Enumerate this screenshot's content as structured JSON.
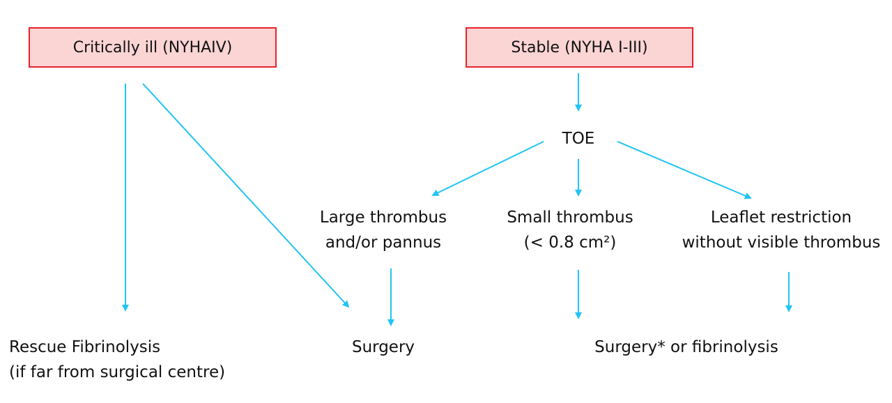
{
  "style": {
    "arrow_color": "#20c4f4",
    "box_border_color": "#e8232a",
    "box_fill_color": "#fbd4d4"
  },
  "nodes": {
    "critical": {
      "label": "Critically ill (NYHAIV)"
    },
    "stable": {
      "label": "Stable (NYHA I-III)"
    },
    "toe": {
      "label": "TOE"
    },
    "large_thrombus": {
      "line1": "Large thrombus",
      "line2": "and/or pannus"
    },
    "small_thrombus": {
      "line1": "Small thrombus",
      "line2": "(< 0.8 cm²)"
    },
    "leaflet_restriction": {
      "line1": "Leaflet restriction",
      "line2": "without visible thrombus"
    },
    "rescue_fibrinolysis": {
      "line1": "Rescue Fibrinolysis",
      "line2": "(if far from surgical centre)"
    },
    "surgery": {
      "label": "Surgery"
    },
    "surgery_or_fibrinolysis": {
      "label": "Surgery* or fibrinolysis"
    }
  },
  "edges": [
    {
      "from": "critical",
      "to": "rescue_fibrinolysis"
    },
    {
      "from": "critical",
      "to": "surgery"
    },
    {
      "from": "stable",
      "to": "toe"
    },
    {
      "from": "toe",
      "to": "large_thrombus"
    },
    {
      "from": "toe",
      "to": "small_thrombus"
    },
    {
      "from": "toe",
      "to": "leaflet_restriction"
    },
    {
      "from": "large_thrombus",
      "to": "surgery"
    },
    {
      "from": "small_thrombus",
      "to": "surgery_or_fibrinolysis"
    },
    {
      "from": "leaflet_restriction",
      "to": "surgery_or_fibrinolysis"
    }
  ]
}
